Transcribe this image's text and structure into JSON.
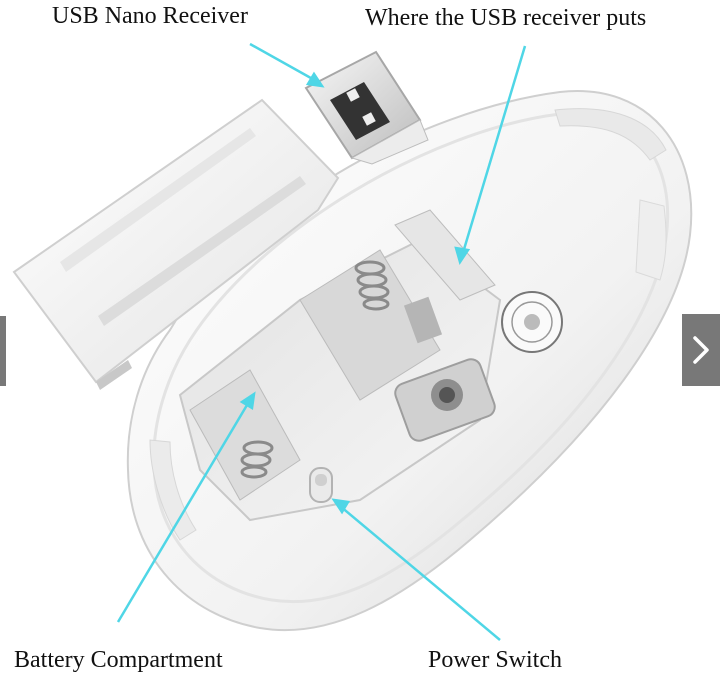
{
  "labels": {
    "usb_nano_receiver": "USB Nano Receiver",
    "usb_receiver_location": "Where the USB receiver puts",
    "battery_compartment": "Battery Compartment",
    "power_switch": "Power Switch"
  },
  "icons": {
    "next": "chevron-right-icon",
    "prev": "chevron-left-icon"
  },
  "colors": {
    "callout_line": "#4fd6e6",
    "body_white": "#f4f4f4",
    "shadow_gray": "#c9c9c9",
    "nav_bg": "#5a5a5a"
  }
}
